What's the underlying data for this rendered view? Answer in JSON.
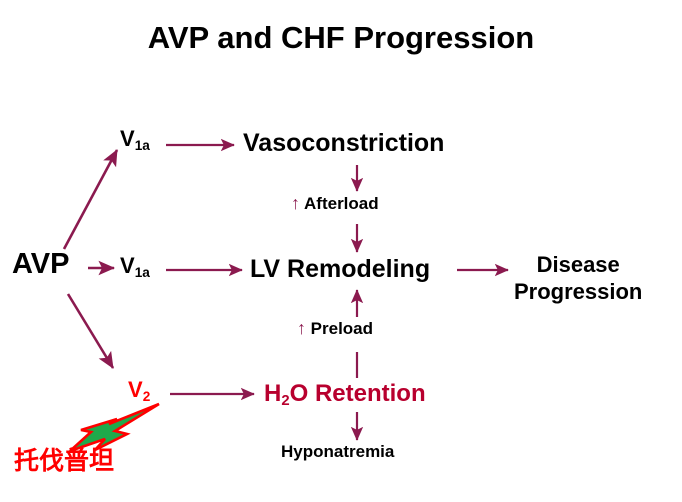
{
  "title": "AVP and CHF Progression",
  "colors": {
    "arrow": "#8b1a4f",
    "text": "#000000",
    "red": "#ff0000",
    "crimson": "#b8002e",
    "bolt_fill": "#1faa4b",
    "bolt_stroke": "#ff0000",
    "background": "#ffffff"
  },
  "nodes": {
    "avp": "AVP",
    "receptor_v1a_top": {
      "symbol": "V",
      "subscript": "1a"
    },
    "receptor_v1a_mid": {
      "symbol": "V",
      "subscript": "1a"
    },
    "receptor_v2": {
      "symbol": "V",
      "subscript": "2"
    },
    "vasoconstriction": "Vasoconstriction",
    "afterload": {
      "arrow": "↑",
      "label": "Afterload"
    },
    "lv_remodeling": "LV Remodeling",
    "preload": {
      "arrow": "↑",
      "label": "Preload"
    },
    "h2o_retention": {
      "pre": "H",
      "subscript": "2",
      "post": "O Retention"
    },
    "hyponatremia": "Hyponatremia",
    "disease_progression": {
      "line1": "Disease",
      "line2": "Progression"
    },
    "drug_label": "托伐普坦"
  },
  "connectors": [
    {
      "from": "AVP",
      "to": "V1a (top)",
      "style": "diagonal-up"
    },
    {
      "from": "AVP",
      "to": "V1a (middle)",
      "style": "horizontal"
    },
    {
      "from": "AVP",
      "to": "V2",
      "style": "diagonal-down"
    },
    {
      "from": "V1a (top)",
      "to": "Vasoconstriction",
      "style": "horizontal"
    },
    {
      "from": "V1a (middle)",
      "to": "LV Remodeling",
      "style": "horizontal"
    },
    {
      "from": "V2",
      "to": "H2O Retention",
      "style": "horizontal"
    },
    {
      "from": "Vasoconstriction",
      "to": "Afterload",
      "style": "vertical-down"
    },
    {
      "from": "Afterload",
      "to": "LV Remodeling",
      "style": "vertical-down"
    },
    {
      "from": "Preload",
      "to": "LV Remodeling",
      "style": "vertical-up"
    },
    {
      "from": "H2O Retention",
      "to": "Preload",
      "style": "vertical-up"
    },
    {
      "from": "H2O Retention",
      "to": "Hyponatremia",
      "style": "vertical-down"
    },
    {
      "from": "LV Remodeling",
      "to": "Disease Progression",
      "style": "horizontal"
    },
    {
      "from": "Tolvaptan",
      "to": "V2",
      "style": "lightning-bolt"
    }
  ]
}
